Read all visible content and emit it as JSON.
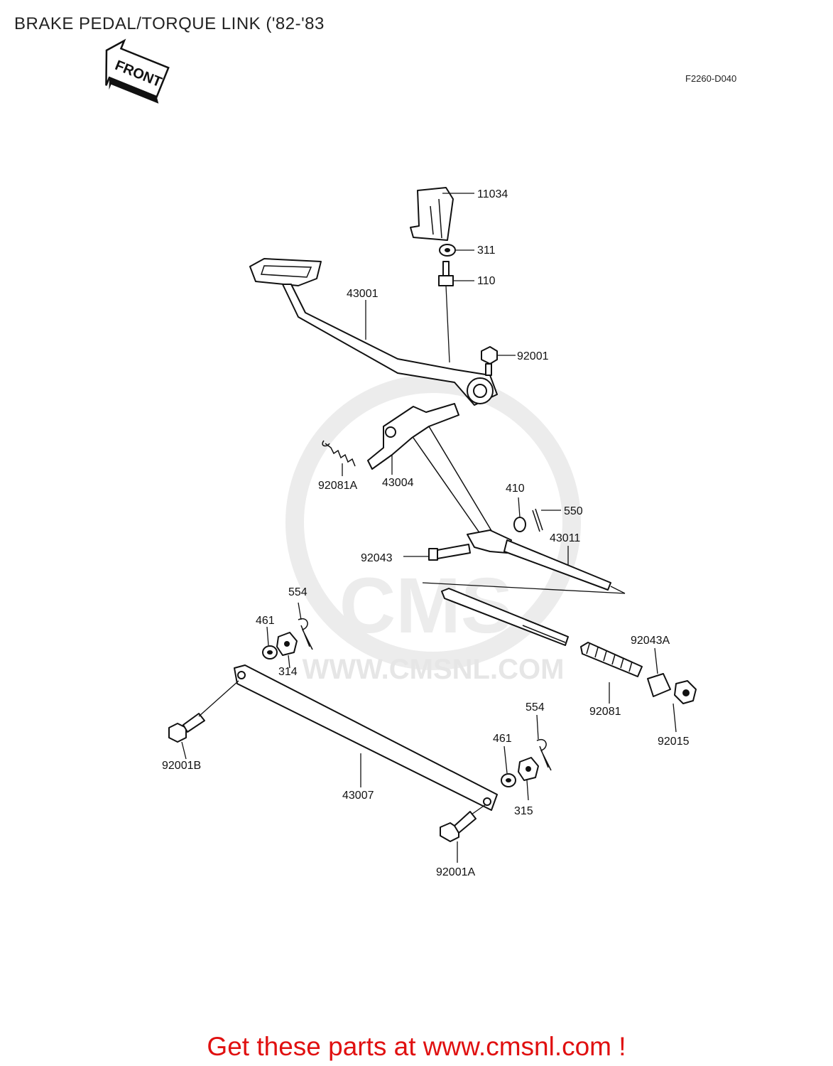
{
  "title": "BRAKE PEDAL/TORQUE LINK ('82-'83",
  "diagram_code": "F2260-D040",
  "front_arrow_label": "FRONT",
  "watermark": {
    "brand": "CMS",
    "url": "WWW.CMSNL.COM"
  },
  "cta": "Get these parts at www.cmsnl.com !",
  "parts": {
    "p11034": "11034",
    "p311": "311",
    "p110": "110",
    "p43001": "43001",
    "p92001": "92001",
    "p92081A": "92081A",
    "p43004": "43004",
    "p410": "410",
    "p550": "550",
    "p43011": "43011",
    "p92043": "92043",
    "p554a": "554",
    "p461a": "461",
    "p314": "314",
    "p92043A": "92043A",
    "p92081": "92081",
    "p92015": "92015",
    "p554b": "554",
    "p461b": "461",
    "p92001B": "92001B",
    "p43007": "43007",
    "p315": "315",
    "p92001A": "92001A"
  }
}
